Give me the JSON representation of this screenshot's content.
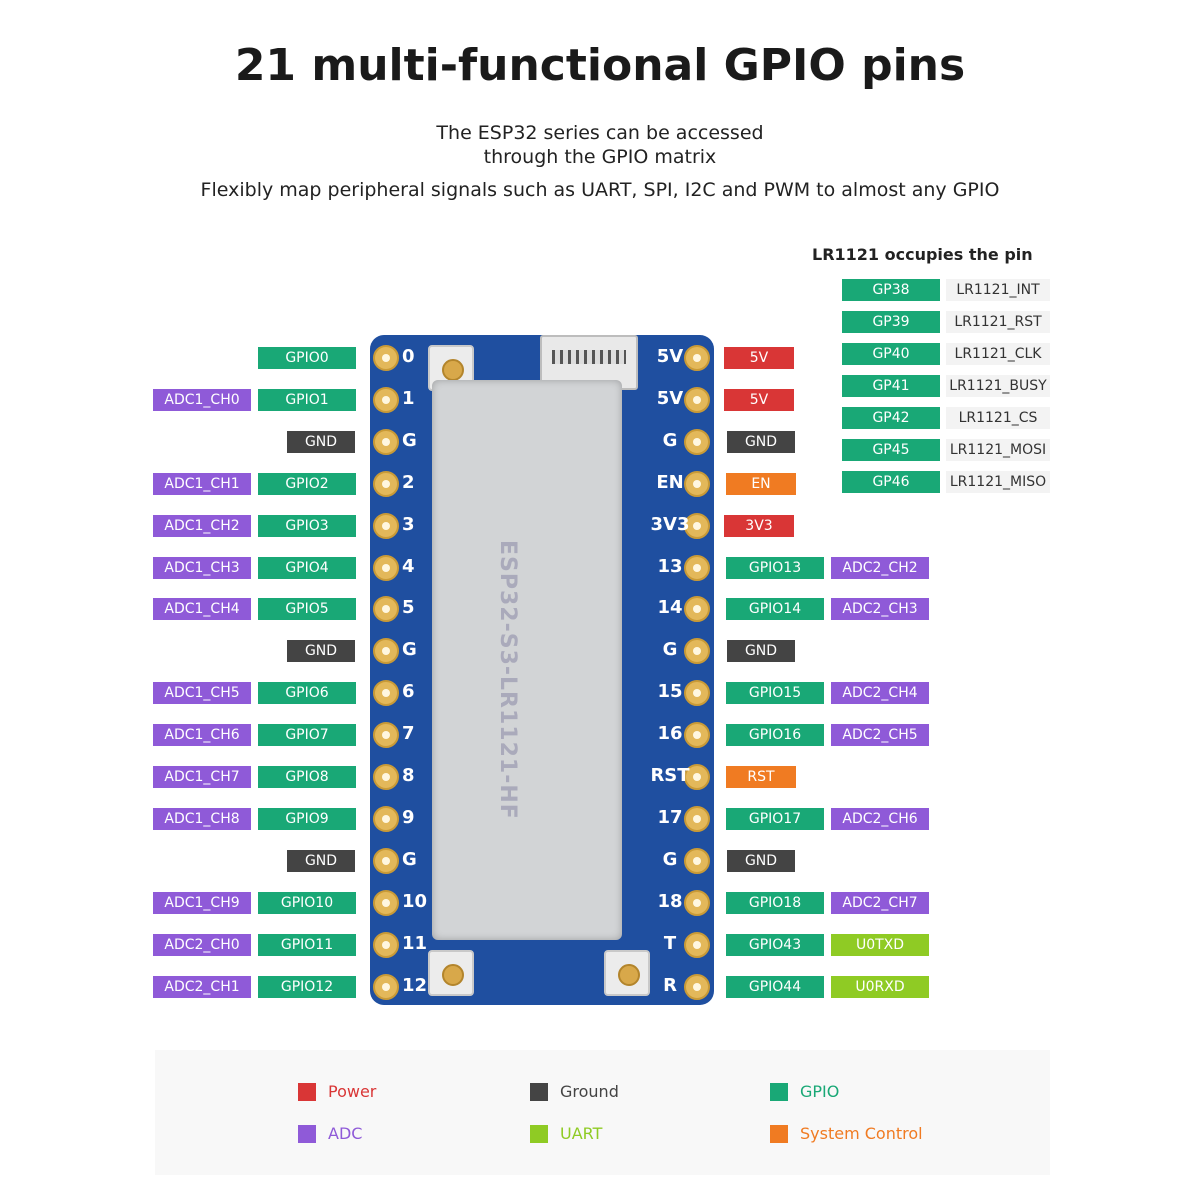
{
  "title": "21 multi-functional GPIO pins",
  "subtitle_1": "The ESP32 series can be accessed",
  "subtitle_2": "through the GPIO matrix",
  "subtitle_3": "Flexibly map peripheral signals such as UART, SPI, I2C and PWM to almost any GPIO",
  "lr1121": {
    "title": "LR1121 occupies the pin",
    "rows": [
      {
        "gp": "GP38",
        "fn": "LR1121_INT"
      },
      {
        "gp": "GP39",
        "fn": "LR1121_RST"
      },
      {
        "gp": "GP40",
        "fn": "LR1121_CLK"
      },
      {
        "gp": "GP41",
        "fn": "LR1121_BUSY"
      },
      {
        "gp": "GP42",
        "fn": "LR1121_CS"
      },
      {
        "gp": "GP45",
        "fn": "LR1121_MOSI"
      },
      {
        "gp": "GP46",
        "fn": "LR1121_MISO"
      }
    ]
  },
  "left_pins": [
    {
      "num": "0",
      "gpio": "GPIO0",
      "adc": ""
    },
    {
      "num": "1",
      "gpio": "GPIO1",
      "adc": "ADC1_CH0"
    },
    {
      "num": "G",
      "gnd": "GND"
    },
    {
      "num": "2",
      "gpio": "GPIO2",
      "adc": "ADC1_CH1"
    },
    {
      "num": "3",
      "gpio": "GPIO3",
      "adc": "ADC1_CH2"
    },
    {
      "num": "4",
      "gpio": "GPIO4",
      "adc": "ADC1_CH3"
    },
    {
      "num": "5",
      "gpio": "GPIO5",
      "adc": "ADC1_CH4"
    },
    {
      "num": "G",
      "gnd": "GND"
    },
    {
      "num": "6",
      "gpio": "GPIO6",
      "adc": "ADC1_CH5"
    },
    {
      "num": "7",
      "gpio": "GPIO7",
      "adc": "ADC1_CH6"
    },
    {
      "num": "8",
      "gpio": "GPIO8",
      "adc": "ADC1_CH7"
    },
    {
      "num": "9",
      "gpio": "GPIO9",
      "adc": "ADC1_CH8"
    },
    {
      "num": "G",
      "gnd": "GND"
    },
    {
      "num": "10",
      "gpio": "GPIO10",
      "adc": "ADC1_CH9"
    },
    {
      "num": "11",
      "gpio": "GPIO11",
      "adc": "ADC2_CH0"
    },
    {
      "num": "12",
      "gpio": "GPIO12",
      "adc": "ADC2_CH1"
    }
  ],
  "right_pins": [
    {
      "num": "5V",
      "pwr": "5V"
    },
    {
      "num": "5V",
      "pwr": "5V"
    },
    {
      "num": "G",
      "gnd": "GND"
    },
    {
      "num": "EN",
      "sys": "EN"
    },
    {
      "num": "3V3",
      "pwr": "3V3"
    },
    {
      "num": "13",
      "gpio": "GPIO13",
      "adc": "ADC2_CH2"
    },
    {
      "num": "14",
      "gpio": "GPIO14",
      "adc": "ADC2_CH3"
    },
    {
      "num": "G",
      "gnd": "GND"
    },
    {
      "num": "15",
      "gpio": "GPIO15",
      "adc": "ADC2_CH4"
    },
    {
      "num": "16",
      "gpio": "GPIO16",
      "adc": "ADC2_CH5"
    },
    {
      "num": "RST",
      "sys": "RST"
    },
    {
      "num": "17",
      "gpio": "GPIO17",
      "adc": "ADC2_CH6"
    },
    {
      "num": "G",
      "gnd": "GND"
    },
    {
      "num": "18",
      "gpio": "GPIO18",
      "adc": "ADC2_CH7"
    },
    {
      "num": "T",
      "gpio": "GPIO43",
      "uart": "U0TXD"
    },
    {
      "num": "R",
      "gpio": "GPIO44",
      "uart": "U0RXD"
    }
  ],
  "board_text": "ESP32-S3-LR1121-HF",
  "legend": [
    {
      "label": "Power",
      "color": "#d93636"
    },
    {
      "label": "Ground",
      "color": "#444444"
    },
    {
      "label": "GPIO",
      "color": "#19a876"
    },
    {
      "label": "ADC",
      "color": "#8f5ad8"
    },
    {
      "label": "UART",
      "color": "#8fcb24"
    },
    {
      "label": "System Control",
      "color": "#f07b22"
    }
  ]
}
